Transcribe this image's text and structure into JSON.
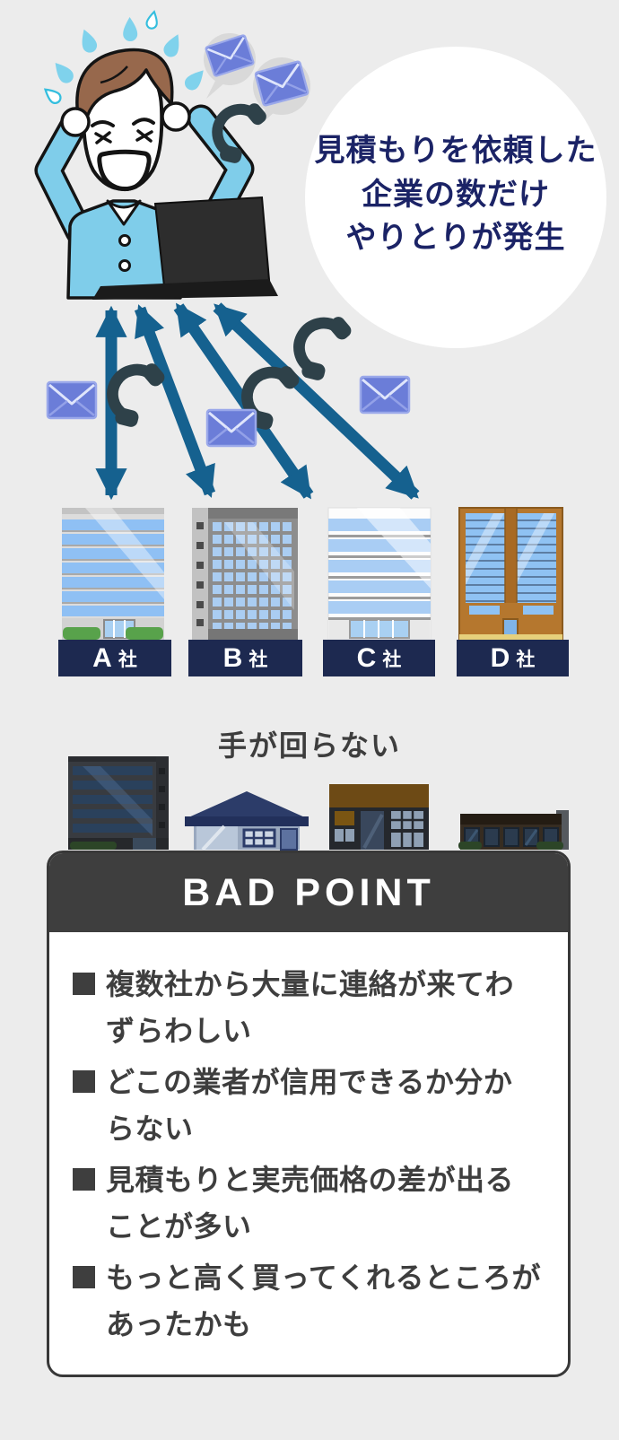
{
  "callout": {
    "lines": [
      "見積もりを依頼した",
      "企業の数だけ",
      "やりとりが発生"
    ],
    "text_color": "#1b2366",
    "bubble_color": "#ffffff"
  },
  "person_scene": {
    "description": "stressed man holding head at laptop",
    "icons": [
      "sweat-drop-icon",
      "mail-icon",
      "phone-icon",
      "speech-bubble-icon",
      "laptop-icon"
    ]
  },
  "exchange_scene": {
    "arrow_count": 4,
    "arrow_color": "#15618f",
    "mail_icon_color": "#6b7dd8",
    "phone_icon_color": "#2e4149"
  },
  "companies": [
    {
      "letter": "A",
      "suffix": "社"
    },
    {
      "letter": "B",
      "suffix": "社"
    },
    {
      "letter": "C",
      "suffix": "社"
    },
    {
      "letter": "D",
      "suffix": "社"
    }
  ],
  "company_label_bg": "#1d2950",
  "middle_caption": "手が回らない",
  "bad_point": {
    "title": "BAD POINT",
    "header_bg": "#3e3e3e",
    "items": [
      {
        "line1": "複数社から大量に連絡が来てわ",
        "line2": "ずらわしい"
      },
      {
        "line1": "どこの業者が信用できるか分か",
        "line2": "らない"
      },
      {
        "line1": "見積もりと実売価格の差が出る",
        "line2": "ことが多い"
      },
      {
        "line1": "もっと高く買ってくれるところが",
        "line2": "あったかも"
      }
    ]
  },
  "background_color": "#ececec"
}
